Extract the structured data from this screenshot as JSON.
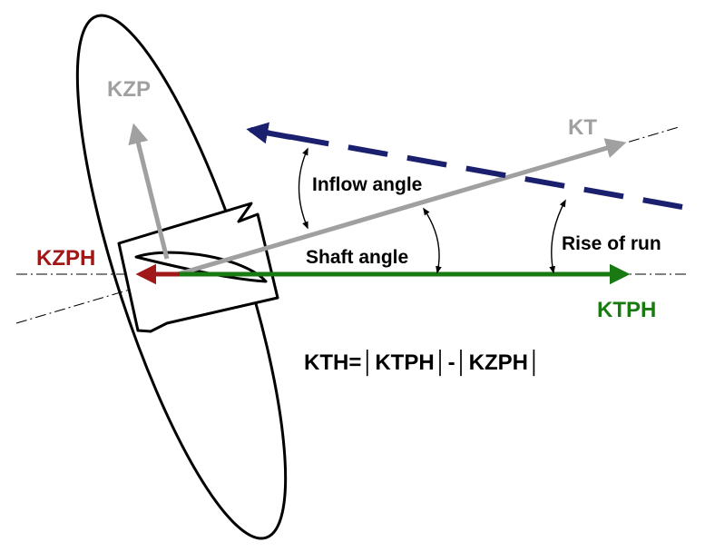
{
  "labels": {
    "kzp": "KZP",
    "kt": "KT",
    "kzph": "KZPH",
    "ktph": "KTPH",
    "inflow_angle": "Inflow angle",
    "shaft_angle": "Shaft angle",
    "rise_of_run": "Rise of run",
    "equation": "KTH=│KTPH│-│KZPH│"
  },
  "colors": {
    "kzp": "#a0a0a0",
    "kt": "#a0a0a0",
    "kzph": "#a01818",
    "ktph": "#1a7a12",
    "inflow": "#1a1f6e",
    "outline": "#000000",
    "text": "#000000"
  }
}
